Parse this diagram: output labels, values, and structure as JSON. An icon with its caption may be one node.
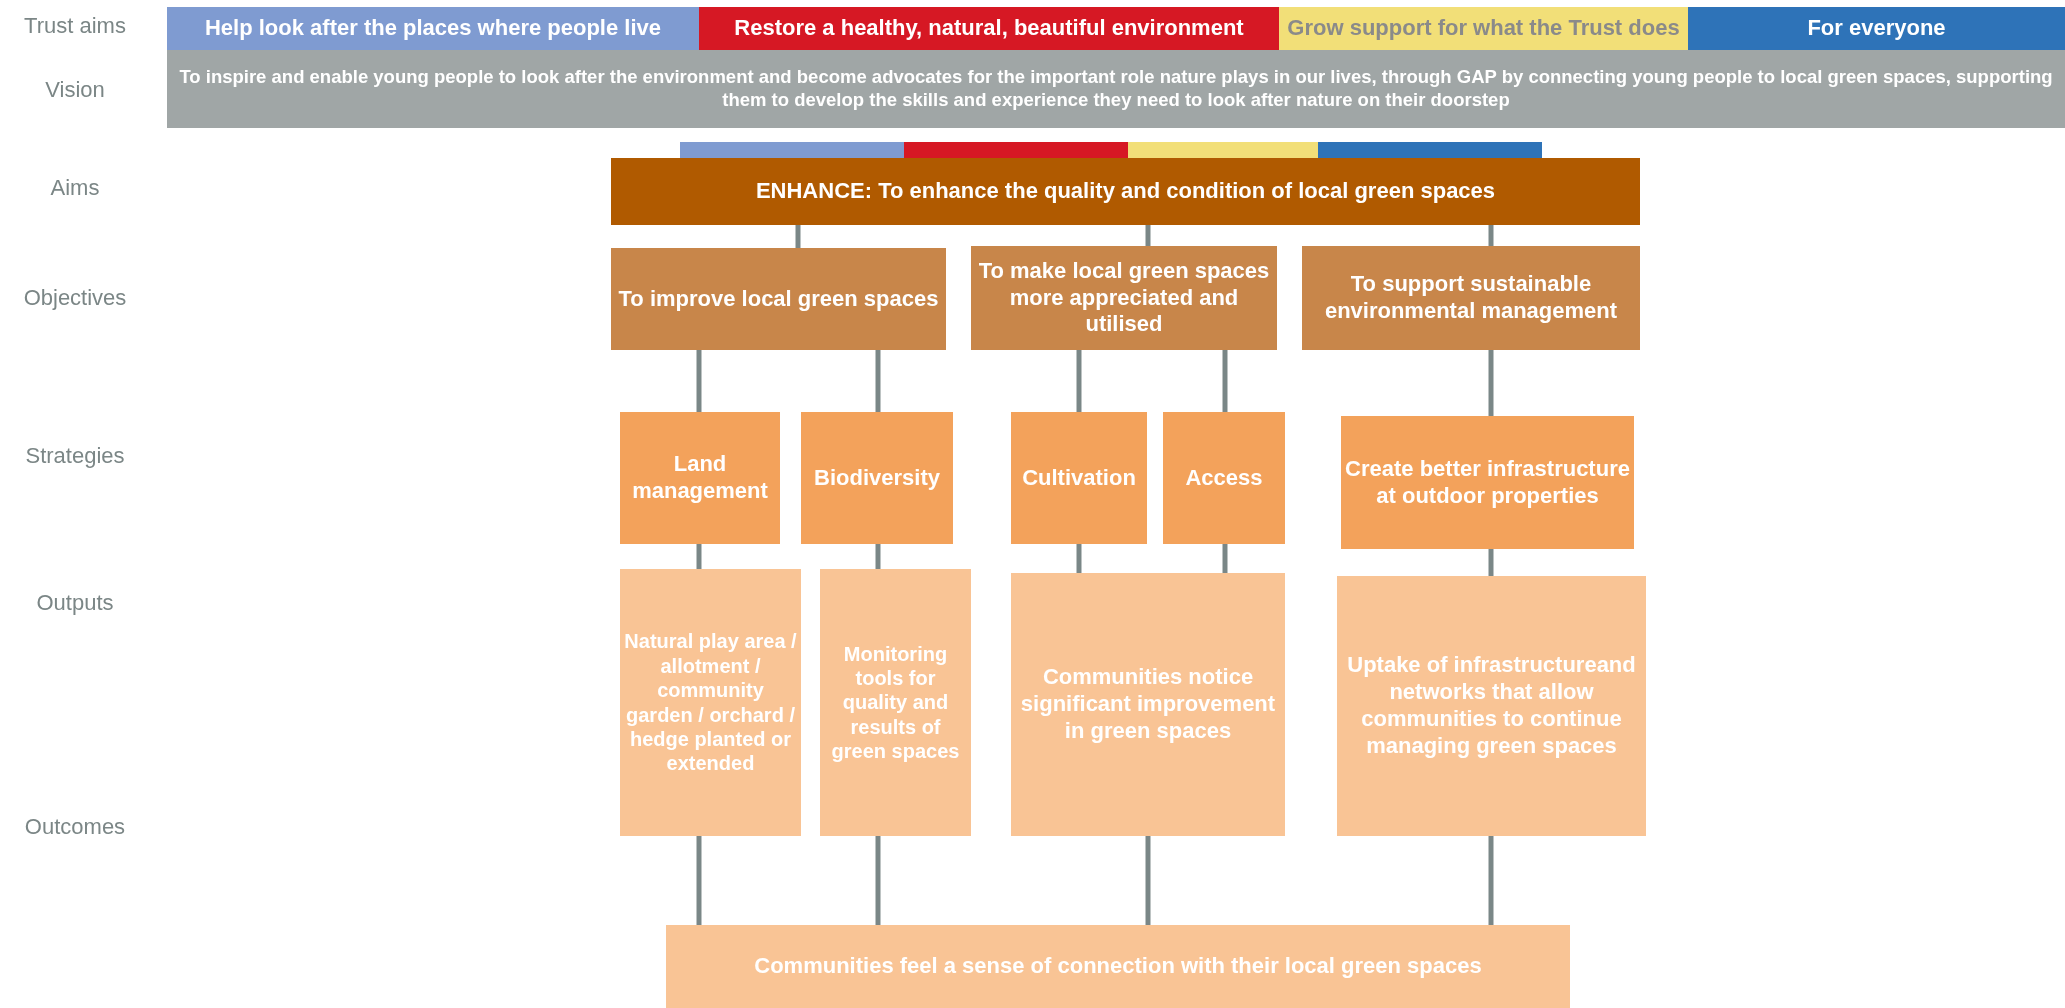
{
  "diagram": {
    "nodes": [
      {
        "text": [
          "Help look after the places where people live"
        ]
      },
      {
        "text": [
          "Restore a healthy, natural, beautiful environment"
        ]
      },
      {
        "text": [
          "Grow support for what the Trust does"
        ]
      },
      {
        "text": [
          "For everyone"
        ]
      },
      {
        "text": [
          "To inspire and enable young people to look after the environment and become advocates for the important role nature plays in our lives, through GAP by connecting young people to local green spaces, supporting them to develop the skills and experience they need to look after nature on their doorstep"
        ]
      },
      {
        "text": [
          "ENHANCE: To enhance the quality and condition of local green spaces"
        ]
      },
      {
        "text": [
          "To improve local green spaces"
        ]
      },
      {
        "text": [
          "To make local green spaces more appreciated and utilised"
        ]
      },
      {
        "text": [
          "To support sustainable environmental management"
        ]
      },
      {
        "text": [
          "Land management"
        ]
      },
      {
        "text": [
          "Biodiversity"
        ]
      },
      {
        "text": [
          "Cultivation"
        ]
      },
      {
        "text": [
          "Access"
        ]
      },
      {
        "text": [
          "Create better infrastructure at outdoor properties"
        ]
      },
      {
        "text": [
          "Natural play area / allotment / community garden / orchard / hedge planted or extended"
        ]
      },
      {
        "text": [
          "Monitoring tools for quality and results of green spaces"
        ]
      },
      {
        "text": [
          "Communities notice significant improvement in green spaces"
        ]
      },
      {
        "text": [
          "Uptake of infrastructureand networks that allow communities to continue managing green spaces"
        ]
      },
      {
        "text": [
          "Communities feel a sense of connection with their local green spaces"
        ]
      }
    ],
    "edges": [
      {
        "from": 5,
        "to": 6,
        "arrow": "none"
      },
      {
        "from": 5,
        "to": 7,
        "arrow": "none"
      },
      {
        "from": 5,
        "to": 8,
        "arrow": "none"
      },
      {
        "from": 6,
        "to": 9,
        "arrow": "none"
      },
      {
        "from": 6,
        "to": 10,
        "arrow": "none"
      },
      {
        "from": 7,
        "to": 11,
        "arrow": "none"
      },
      {
        "from": 7,
        "to": 12,
        "arrow": "none"
      },
      {
        "from": 8,
        "to": 13,
        "arrow": "none"
      },
      {
        "from": 9,
        "to": 14,
        "arrow": "none"
      },
      {
        "from": 10,
        "to": 15,
        "arrow": "none"
      },
      {
        "from": 11,
        "to": 16,
        "arrow": "none"
      },
      {
        "from": 12,
        "to": 16,
        "arrow": "none"
      },
      {
        "from": 13,
        "to": 17,
        "arrow": "none"
      },
      {
        "from": 14,
        "to": 18,
        "arrow": "none"
      },
      {
        "from": 15,
        "to": 18,
        "arrow": "none"
      },
      {
        "from": 16,
        "to": 18,
        "arrow": "none"
      },
      {
        "from": 17,
        "to": 18,
        "arrow": "none"
      }
    ],
    "labels": [
      "Trust aims",
      "Vision",
      "Aims",
      "Objectives",
      "Strategies",
      "Outputs",
      "Outcomes"
    ]
  }
}
